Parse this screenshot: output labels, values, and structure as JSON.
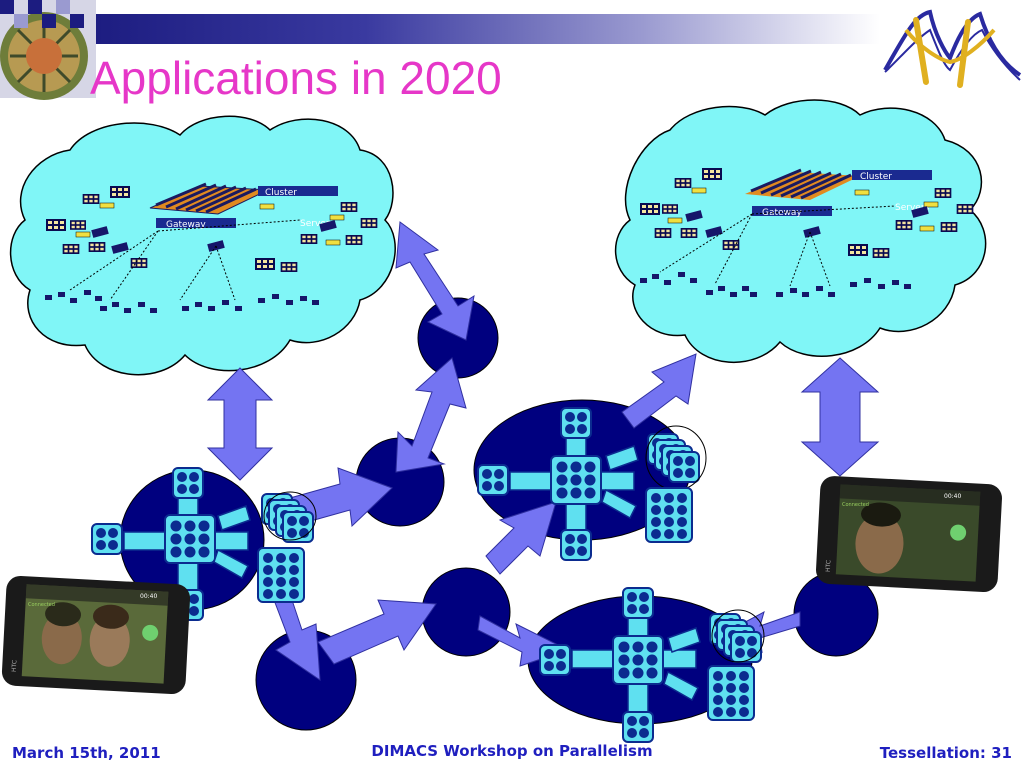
{
  "slide": {
    "title": "Applications in 2020",
    "footer_left": "March 15th, 2011",
    "footer_center": "DIMACS Workshop on Parallelism",
    "footer_right": "Tessellation: 31"
  },
  "colors": {
    "title": "#e637c8",
    "footer": "#1f1fbf",
    "cloud_fill": "#80f6f7",
    "node_fill": "#00007f",
    "arrow_fill": "#7474f2",
    "tile_fill": "#5fe0f0",
    "dot_fill": "#0b2b8f"
  },
  "clouds": [
    {
      "name": "cloud-left",
      "labels": [
        "Cluster",
        "Gateway",
        "Servers"
      ]
    },
    {
      "name": "cloud-right",
      "labels": [
        "Cluster",
        "Gateway",
        "Servers"
      ]
    }
  ],
  "phone": {
    "status_label": "Connected",
    "brand": "HTC",
    "time": "00:40"
  }
}
